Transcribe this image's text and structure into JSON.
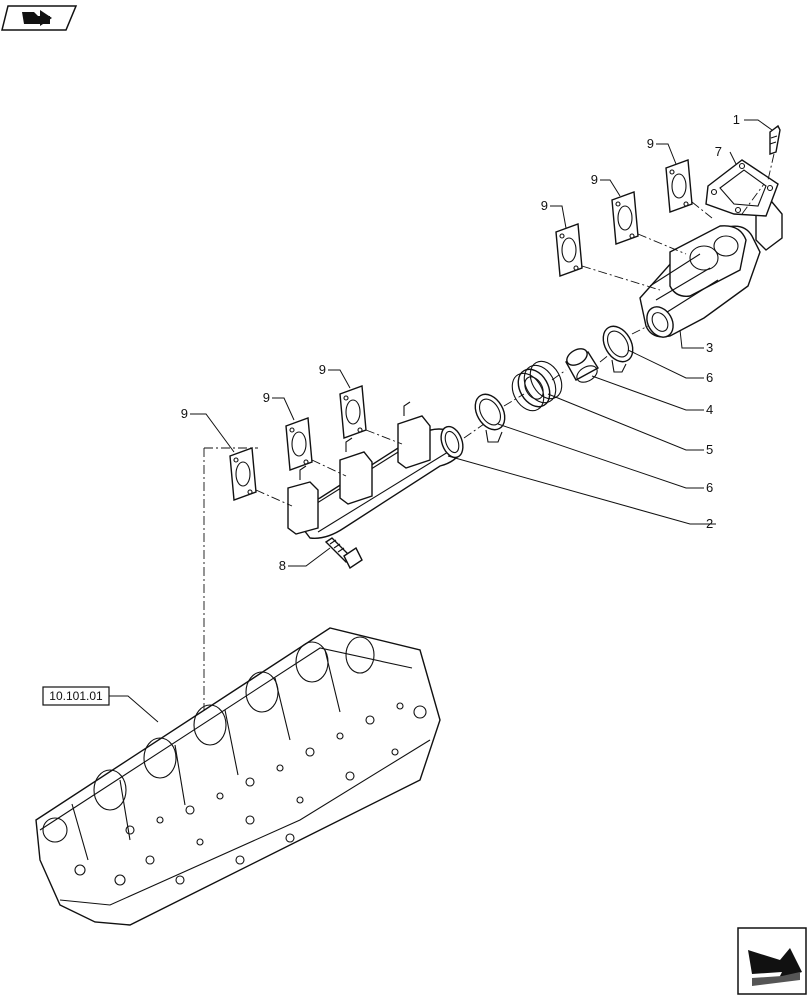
{
  "callouts": {
    "c1": "1",
    "c2": "2",
    "c3": "3",
    "c4": "4",
    "c5": "5",
    "c6a": "6",
    "c6b": "6",
    "c7": "7",
    "c8": "8",
    "c9a": "9",
    "c9b": "9",
    "c9c": "9",
    "c9d": "9",
    "c9e": "9",
    "c9f": "9"
  },
  "reference": {
    "label": "10.101.01"
  },
  "icons": {
    "top_left": "previous-page-arrow-icon",
    "bottom_right": "next-page-arrow-icon"
  },
  "colors": {
    "ink": "#111111",
    "background": "#ffffff"
  }
}
